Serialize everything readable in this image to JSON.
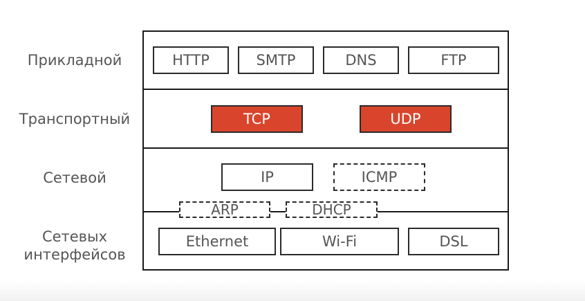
{
  "layers": {
    "application": {
      "label": "Прикладной",
      "protocols": [
        "HTTP",
        "SMTP",
        "DNS",
        "FTP"
      ]
    },
    "transport": {
      "label": "Транспортный",
      "protocols": [
        "TCP",
        "UDP"
      ],
      "accent_color": "#d9452c"
    },
    "network": {
      "label": "Сетевой",
      "protocols": [
        "IP",
        "ICMP"
      ],
      "boundary_protocols": [
        "ARP",
        "DHCP"
      ]
    },
    "link": {
      "label": "Сетевых\nинтерфейсов",
      "protocols": [
        "Ethernet",
        "Wi-Fi",
        "DSL"
      ]
    }
  }
}
